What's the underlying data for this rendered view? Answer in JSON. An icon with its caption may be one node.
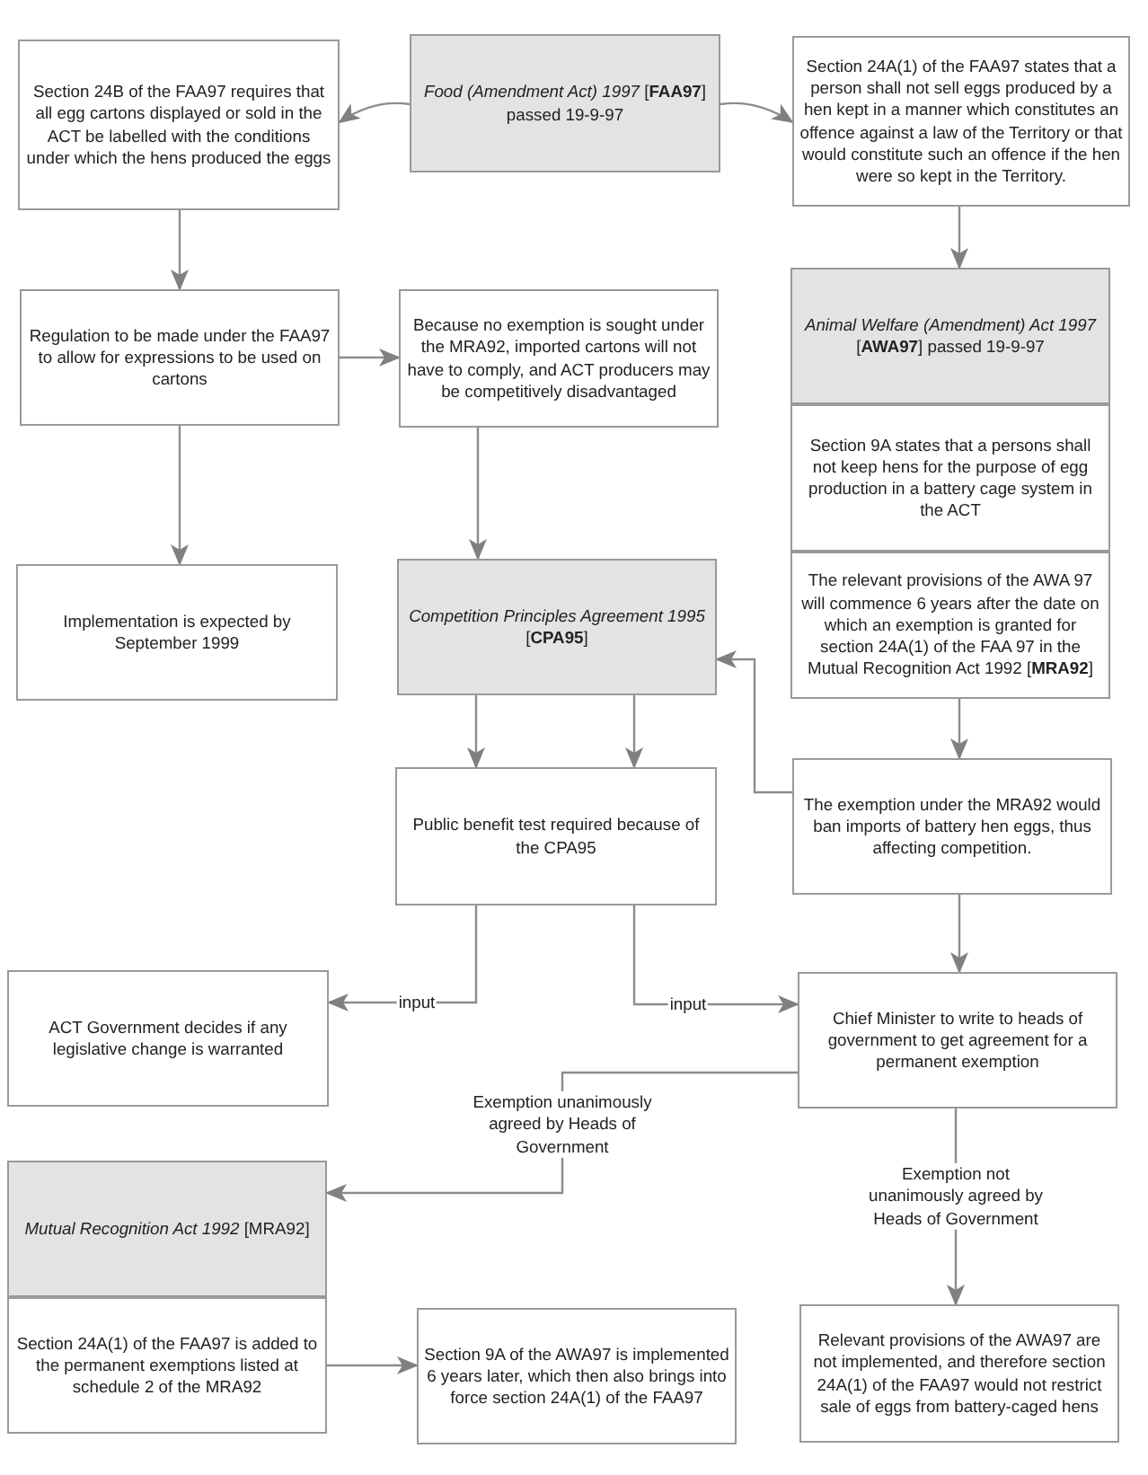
{
  "diagram": {
    "nodes": [
      {
        "text": [
          "*Food (Amendment Act) 1997* [**FAA97**] passed 19-9-97"
        ]
      },
      {
        "text": [
          "Section 24B of the FAA97 requires that all egg cartons displayed or sold in the ACT be labelled with the conditions under which the hens produced the eggs"
        ]
      },
      {
        "text": [
          "Section 24A(1) of the FAA97 states that a person shall not sell eggs produced by a hen kept in a manner which constitutes an offence against a law of the Territory or that would constitute such an offence if the hen were so kept in the Territory."
        ]
      },
      {
        "text": [
          "Regulation to be made under the FAA97 to allow for expressions to be used on cartons"
        ]
      },
      {
        "text": [
          "Because no exemption is sought under the MRA92, imported cartons will not have to comply, and ACT producers may be competitively disadvantaged"
        ]
      },
      {
        "text": [
          "*Animal Welfare (Amendment) Act 1997* [**AWA97**] passed 19-9-97"
        ]
      },
      {
        "text": [
          "Section 9A states that a persons shall not keep hens for the purpose of egg production in a battery cage system in the ACT"
        ]
      },
      {
        "text": [
          "The relevant provisions of the AWA 97 will commence 6 years after the date on which an exemption is granted for section 24A(1) of the FAA 97 in the Mutual Recognition Act 1992 [**MRA92**]"
        ]
      },
      {
        "text": [
          "Implementation is expected by September 1999"
        ]
      },
      {
        "text": [
          "*Competition Principles Agreement 1995*  [**CPA95**]"
        ]
      },
      {
        "text": [
          "The exemption under the MRA92 would ban imports of battery hen eggs, thus affecting competition."
        ]
      },
      {
        "text": [
          "Public benefit test required because of the CPA95"
        ]
      },
      {
        "text": [
          "ACT Government decides if any legislative change is warranted"
        ]
      },
      {
        "text": [
          "Chief Minister to write to heads of government to get agreement for a permanent exemption"
        ]
      },
      {
        "text": [
          "*Mutual Recognition Act 1992* [MRA92]"
        ]
      },
      {
        "text": [
          "Section 24A(1) of the FAA97 is added to the permanent exemptions listed at schedule 2 of the MRA92"
        ]
      },
      {
        "text": [
          "Section 9A of the AWA97 is implemented 6 years later, which then also brings into force section 24A(1) of the FAA97"
        ]
      },
      {
        "text": [
          "Relevant provisions of the AWA97 are not implemented, and therefore section 24A(1) of the FAA97 would not restrict sale of eggs from battery-caged hens"
        ]
      }
    ],
    "edges": [
      {
        "from": 0,
        "to": 1,
        "arrow": "to"
      },
      {
        "from": 0,
        "to": 2,
        "arrow": "to"
      },
      {
        "from": 2,
        "to": 5,
        "arrow": "to"
      },
      {
        "from": 1,
        "to": 3,
        "arrow": "to"
      },
      {
        "from": 3,
        "to": 4,
        "arrow": "to"
      },
      {
        "from": 3,
        "to": 8,
        "arrow": "to"
      },
      {
        "from": 4,
        "to": 9,
        "arrow": "to"
      },
      {
        "from": 7,
        "to": 10,
        "arrow": "to"
      },
      {
        "from": 10,
        "to": 9,
        "arrow": "to"
      },
      {
        "from": 9,
        "to": 11,
        "arrow": "to"
      },
      {
        "from": 9,
        "to": 11,
        "arrow": "to"
      },
      {
        "from": 11,
        "to": 12,
        "arrow": "to",
        "label": "input"
      },
      {
        "from": 11,
        "to": 13,
        "arrow": "to",
        "label": "input"
      },
      {
        "from": 10,
        "to": 13,
        "arrow": "to"
      },
      {
        "from": 13,
        "to": 14,
        "arrow": "to",
        "label": "Exemption unanimously agreed by Heads of Government"
      },
      {
        "from": 13,
        "to": 17,
        "arrow": "to",
        "label": "Exemption not unanimously agreed by Heads of Government"
      },
      {
        "from": 15,
        "to": 16,
        "arrow": "to"
      }
    ]
  }
}
